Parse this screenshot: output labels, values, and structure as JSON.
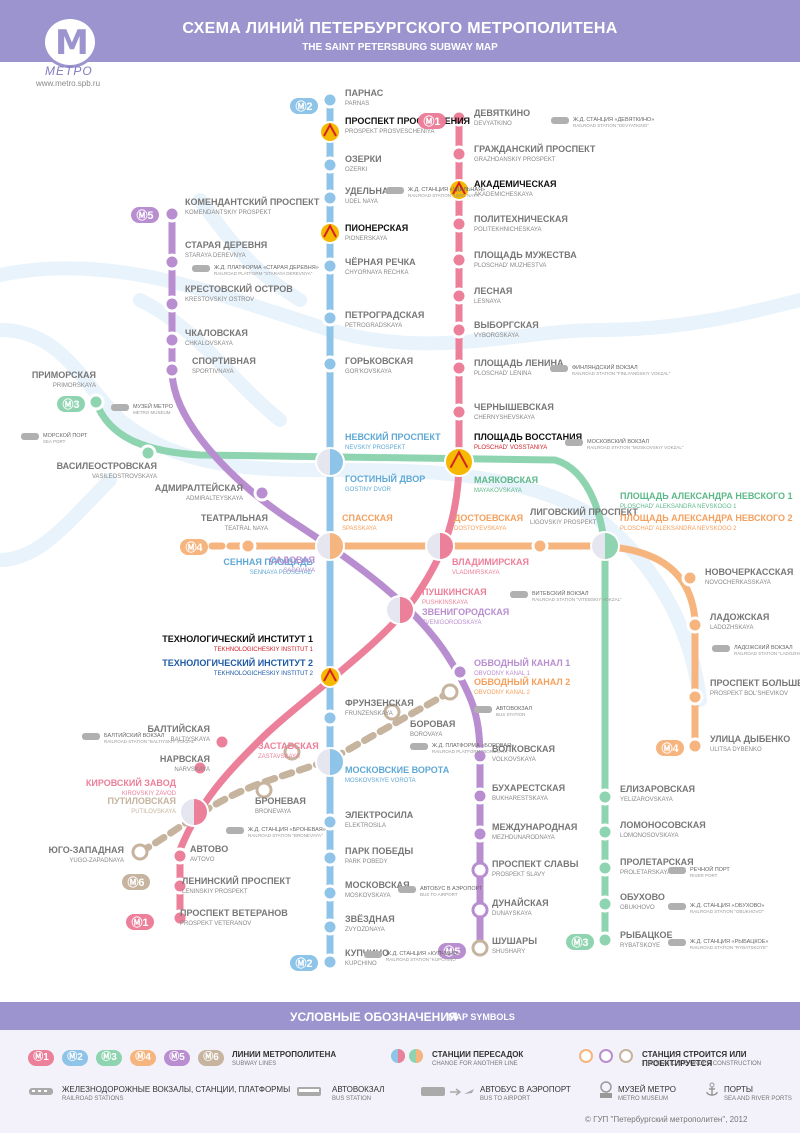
{
  "header": {
    "title_ru": "СХЕМА ЛИНИЙ ПЕТЕРБУРГСКОГО МЕТРОПОЛИТЕНА",
    "title_en": "THE SAINT PETERSBURG SUBWAY MAP",
    "logo_text": "МЕТРО",
    "url": "www.metro.spb.ru"
  },
  "colors": {
    "line1": "#ec7f99",
    "line2": "#8ec4e8",
    "line3": "#8fd4b0",
    "line4": "#f6b57f",
    "line5": "#b98ed0",
    "line6": "#c6b49f",
    "header": "#9b94cf",
    "transfer_label_red": "#d2232a",
    "transfer_label_blue": "#1f5aa6"
  },
  "line_badges": [
    {
      "id": "l2top",
      "text": "2",
      "color": "line2"
    },
    {
      "id": "l1top",
      "text": "1",
      "color": "line1"
    },
    {
      "id": "l5top",
      "text": "5",
      "color": "line5"
    },
    {
      "id": "l3left",
      "text": "3",
      "color": "line3"
    },
    {
      "id": "l4left",
      "text": "4",
      "color": "line4"
    },
    {
      "id": "l4right",
      "text": "4",
      "color": "line4"
    },
    {
      "id": "l6bot",
      "text": "6",
      "color": "line6"
    },
    {
      "id": "l1bot",
      "text": "1",
      "color": "line1"
    },
    {
      "id": "l2bot",
      "text": "2",
      "color": "line2"
    },
    {
      "id": "l5bot",
      "text": "5",
      "color": "line5"
    },
    {
      "id": "l3bot",
      "text": "3",
      "color": "line3"
    }
  ],
  "stations": [
    {
      "ru": "ПАРНАС",
      "en": "PARNAS"
    },
    {
      "ru": "ПРОСПЕКТ ПРОСВЕЩЕНИЯ",
      "en": "PROSPEKT PROSVESCHENIYA"
    },
    {
      "ru": "ОЗЕРКИ",
      "en": "OZERKI"
    },
    {
      "ru": "УДЕЛЬНАЯ",
      "en": "UDEL NAYA"
    },
    {
      "ru": "ПИОНЕРСКАЯ",
      "en": "PIONERSKAYA"
    },
    {
      "ru": "ЧЁРНАЯ РЕЧКА",
      "en": "CHYORNAYA RECHKA"
    },
    {
      "ru": "ПЕТРОГРАДСКАЯ",
      "en": "PETROGRADSKAYA"
    },
    {
      "ru": "ГОРЬКОВСКАЯ",
      "en": "GOR'KOVSKAYA"
    },
    {
      "ru": "НЕВСКИЙ ПРОСПЕКТ",
      "en": "NEVSKIY PROSPEKT"
    },
    {
      "ru": "ГОСТИНЫЙ ДВОР",
      "en": "GOSTINY DVOR"
    },
    {
      "ru": "СЕННАЯ ПЛОЩАДЬ",
      "en": "SENNAYA PLOSCHAD'"
    },
    {
      "ru": "ТЕХНОЛОГИЧЕСКИЙ ИНСТИТУТ 2",
      "en": "TEKHNOLOGICHESKIY INSTITUT 2"
    },
    {
      "ru": "ФРУНЗЕНСКАЯ",
      "en": "FRUNZENSKAYA"
    },
    {
      "ru": "МОСКОВСКИЕ ВОРОТА",
      "en": "MOSKOVSKIYE VOROTA"
    },
    {
      "ru": "ЭЛЕКТРОСИЛА",
      "en": "ELEKTROSILA"
    },
    {
      "ru": "ПАРК ПОБЕДЫ",
      "en": "PARK POBEDY"
    },
    {
      "ru": "МОСКОВСКАЯ",
      "en": "MOSKOVSKAYA"
    },
    {
      "ru": "ЗВЁЗДНАЯ",
      "en": "ZVYOZDNAYA"
    },
    {
      "ru": "КУПЧИНО",
      "en": "KUPCHINO"
    },
    {
      "ru": "ДЕВЯТКИНО",
      "en": "DEVYATKINO"
    },
    {
      "ru": "ГРАЖДАНСКИЙ ПРОСПЕКТ",
      "en": "GRAZHDANSKIY PROSPEKT"
    },
    {
      "ru": "АКАДЕМИЧЕСКАЯ",
      "en": "AKADEMICHESKAYA"
    },
    {
      "ru": "ПОЛИТЕХНИЧЕСКАЯ",
      "en": "POLITEKHNICHESKAYA"
    },
    {
      "ru": "ПЛОЩАДЬ МУЖЕСТВА",
      "en": "PLOSCHAD' MUZHESTVA"
    },
    {
      "ru": "ЛЕСНАЯ",
      "en": "LESNAYA"
    },
    {
      "ru": "ВЫБОРГСКАЯ",
      "en": "VYBORGSKAYA"
    },
    {
      "ru": "ПЛОЩАДЬ ЛЕНИНА",
      "en": "PLOSCHAD' LENINA"
    },
    {
      "ru": "ЧЕРНЫШЕВСКАЯ",
      "en": "CHERNYSHEVSKAYA"
    },
    {
      "ru": "ПЛОЩАДЬ ВОССТАНИЯ",
      "en": "PLOSCHAD' VOSSTANIYA"
    },
    {
      "ru": "ВЛАДИМИРСКАЯ",
      "en": "VLADIMIRSKAYA"
    },
    {
      "ru": "ПУШКИНСКАЯ",
      "en": "PUSHKINSKAYA"
    },
    {
      "ru": "ТЕХНОЛОГИЧЕСКИЙ ИНСТИТУТ 1",
      "en": "TEKHNOLOGICHESKIY INSTITUT 1"
    },
    {
      "ru": "БАЛТИЙСКАЯ",
      "en": "BALTIYSKAYA"
    },
    {
      "ru": "НАРВСКАЯ",
      "en": "NARVSKAYA"
    },
    {
      "ru": "КИРОВСКИЙ ЗАВОД",
      "en": "KIROVSKIY ZAVOD"
    },
    {
      "ru": "АВТОВО",
      "en": "AVTOVO"
    },
    {
      "ru": "ЛЕНИНСКИЙ ПРОСПЕКТ",
      "en": "LENINSKIY PROSPEKT"
    },
    {
      "ru": "ПРОСПЕКТ ВЕТЕРАНОВ",
      "en": "PROSPEKT VETERANOV"
    },
    {
      "ru": "ПРИМОРСКАЯ",
      "en": "PRIMORSKAYA"
    },
    {
      "ru": "ВАСИЛЕОСТРОВСКАЯ",
      "en": "VASILEOSTROVSKAYA"
    },
    {
      "ru": "МАЯКОВСКАЯ",
      "en": "MAYAKOVSKAYA"
    },
    {
      "ru": "ПЛОЩАДЬ АЛЕКСАНДРА НЕВСКОГО 1",
      "en": "PLOSCHAD' ALEKSANDRA NEVSKOGO 1"
    },
    {
      "ru": "ЕЛИЗАРОВСКАЯ",
      "en": "YELIZAROVSKAYA"
    },
    {
      "ru": "ЛОМОНОСОВСКАЯ",
      "en": "LOMONOSOVSKAYA"
    },
    {
      "ru": "ПРОЛЕТАРСКАЯ",
      "en": "PROLETARSKAYA"
    },
    {
      "ru": "ОБУХОВО",
      "en": "OBUKHOVO"
    },
    {
      "ru": "РЫБАЦКОЕ",
      "en": "RYBATSKOYE"
    },
    {
      "ru": "ТЕАТРАЛЬНАЯ",
      "en": "TEATRAL NAYA"
    },
    {
      "ru": "СПАССКАЯ",
      "en": "SPASSKAYA"
    },
    {
      "ru": "ДОСТОЕВСКАЯ",
      "en": "DOSTOYEVSKAYA"
    },
    {
      "ru": "ЛИГОВСКИЙ ПРОСПЕКТ",
      "en": "LIGOVSKIY PROSPEKT"
    },
    {
      "ru": "ПЛОЩАДЬ АЛЕКСАНДРА НЕВСКОГО 2",
      "en": "PLOSCHAD' ALEKSANDRA NEVSKOGO 2"
    },
    {
      "ru": "НОВОЧЕРКАССКАЯ",
      "en": "NOVOCHERKASSKAYA"
    },
    {
      "ru": "ЛАДОЖСКАЯ",
      "en": "LADOZHSKAYA"
    },
    {
      "ru": "ПРОСПЕКТ БОЛЬШЕВИКОВ",
      "en": "PROSPEKT BOL'SHEVIKOV"
    },
    {
      "ru": "УЛИЦА ДЫБЕНКО",
      "en": "ULITSA DYBENKO"
    },
    {
      "ru": "КОМЕНДАНТСКИЙ ПРОСПЕКТ",
      "en": "KOMENDANTSKIY PROSPEKT"
    },
    {
      "ru": "СТАРАЯ ДЕРЕВНЯ",
      "en": "STARAYA DEREVNYA"
    },
    {
      "ru": "КРЕСТОВСКИЙ ОСТРОВ",
      "en": "KRESTOVSKIY OSTROV"
    },
    {
      "ru": "ЧКАЛОВСКАЯ",
      "en": "CHKALOVSKAYA"
    },
    {
      "ru": "СПОРТИВНАЯ",
      "en": "SPORTIVNAYA"
    },
    {
      "ru": "АДМИРАЛТЕЙСКАЯ",
      "en": "ADMIRALTEYSKAYA"
    },
    {
      "ru": "САДОВАЯ",
      "en": "SADOVAYA"
    },
    {
      "ru": "ЗВЕНИГОРОДСКАЯ",
      "en": "ZVENIGORODSKAYA"
    },
    {
      "ru": "ОБВОДНЫЙ КАНАЛ 1",
      "en": "OBVODNY KANAL 1"
    },
    {
      "ru": "ВОЛКОВСКАЯ",
      "en": "VOLKOVSKAYA"
    },
    {
      "ru": "БУХАРЕСТСКАЯ",
      "en": "BUKHARESTSKAYA"
    },
    {
      "ru": "МЕЖДУНАРОДНАЯ",
      "en": "MEZHDUNARODNAYA"
    },
    {
      "ru": "ПРОСПЕКТ СЛАВЫ",
      "en": "PROSPEKT SLAVY"
    },
    {
      "ru": "ДУНАЙСКАЯ",
      "en": "DUNAYSKAYA"
    },
    {
      "ru": "ШУШАРЫ",
      "en": "SHUSHARY"
    },
    {
      "ru": "ОБВОДНЫЙ КАНАЛ 2",
      "en": "OBVODNY KANAL 2"
    },
    {
      "ru": "БОРОВАЯ",
      "en": "BOROVAYA"
    },
    {
      "ru": "ЗАСТАВСКАЯ",
      "en": "ZASTAVSKAYA"
    },
    {
      "ru": "БРОНЕВАЯ",
      "en": "BRONEVAYA"
    },
    {
      "ru": "ПУТИЛОВСКАЯ",
      "en": "PUTILOVSKAYA"
    },
    {
      "ru": "ЮГО-ЗАПАДНАЯ",
      "en": "YUGO-ZAPADNAYA"
    }
  ],
  "notes": [
    {
      "ru": "Ж.Д. СТАНЦИЯ «ДЕВЯТКИНО»",
      "en": "RAILROAD STATION \"DEVYATKINO\""
    },
    {
      "ru": "Ж.Д. СТАНЦИЯ «УДЕЛЬНАЯ»",
      "en": "RAILROAD STATION \"UDEL NAYA\""
    },
    {
      "ru": "Ж.Д. ПЛАТФОРМА «СТАРАЯ ДЕРЕВНЯ»",
      "en": "RAILROAD PLATFORM \"STARAYA DEREVNYA\""
    },
    {
      "ru": "ФИНЛЯНДСКИЙ ВОКЗАЛ",
      "en": "RAILROAD STATION \"FINLYANDSKIY VOKZAL\""
    },
    {
      "ru": "МУЗЕЙ МЕТРО",
      "en": "METRO MUSEUM"
    },
    {
      "ru": "МОРСКОЙ ПОРТ",
      "en": "SEA PORT"
    },
    {
      "ru": "МОСКОВСКИЙ ВОКЗАЛ",
      "en": "RAILROAD STATION \"MOSKOVSKIY VOKZAL\""
    },
    {
      "ru": "ВИТЕБСКИЙ ВОКЗАЛ",
      "en": "RAILROAD STATION \"VITEBSKIY VOKZAL\""
    },
    {
      "ru": "ЛАДОЖСКИЙ ВОКЗАЛ",
      "en": "RAILROAD STATION \"LADOZHSKIY VOKZAL\""
    },
    {
      "ru": "АВТОВОКЗАЛ",
      "en": "BUS STATION"
    },
    {
      "ru": "Ж.Д. ПЛАТФОРМА «БОРОВАЯ»",
      "en": "RAILROAD PLATFORM \"BOROVAYA\""
    },
    {
      "ru": "БАЛТИЙСКИЙ ВОКЗАЛ",
      "en": "RAILROAD STATION \"BALTIYSKIY VOKZAL\""
    },
    {
      "ru": "Ж.Д. СТАНЦИЯ «БРОНЕВАЯ»",
      "en": "RAILROAD STATION \"BRONEVAYA\""
    },
    {
      "ru": "АВТОБУС В АЭРОПОРТ",
      "en": "BUS TO AIRPORT"
    },
    {
      "ru": "Ж.Д. СТАНЦИЯ «КУПЧИНО»",
      "en": "RAILROAD STATION \"KUPCHINO\""
    },
    {
      "ru": "РЕЧНОЙ ПОРТ",
      "en": "RIVER PORT"
    },
    {
      "ru": "Ж.Д. СТАНЦИЯ «ОБУХОВО»",
      "en": "RAILROAD STATION \"OBUKHOVO\""
    },
    {
      "ru": "Ж.Д. СТАНЦИЯ «РЫБАЦКОЕ»",
      "en": "RAILROAD STATION \"RYBATSKOYE\""
    }
  ],
  "legend": {
    "title_ru": "УСЛОВНЫЕ ОБОЗНАЧЕНИЯ",
    "title_en": "MAP SYMBOLS",
    "lines_ru": "ЛИНИИ МЕТРОПОЛИТЕНА",
    "lines_en": "SUBWAY LINES",
    "transfer_ru": "СТАНЦИИ ПЕРЕСАДОК",
    "transfer_en": "CHANGE FOR ANOTHER LINE",
    "construction_ru": "СТАНЦИЯ СТРОИТСЯ ИЛИ ПРОЕКТИРУЕТСЯ",
    "construction_en": "THE STATION IS UNDER CONSTRUCTION",
    "railroad_ru": "ЖЕЛЕЗНОДОРОЖНЫЕ ВОКЗАЛЫ, СТАНЦИИ, ПЛАТФОРМЫ",
    "railroad_en": "RAILROAD STATIONS",
    "bus_ru": "АВТОВОКЗАЛ",
    "bus_en": "BUS STATION",
    "airport_ru": "АВТОБУС В АЭРОПОРТ",
    "airport_en": "BUS TO AIRPORT",
    "museum_ru": "МУЗЕЙ МЕТРО",
    "museum_en": "METRO MUSEUM",
    "ports_ru": "ПОРТЫ",
    "ports_en": "SEA AND RIVER PORTS",
    "badges": [
      "1",
      "2",
      "3",
      "4",
      "5",
      "6"
    ]
  },
  "copyright": "© ГУП \"Петербургский метрополитен\", 2012"
}
